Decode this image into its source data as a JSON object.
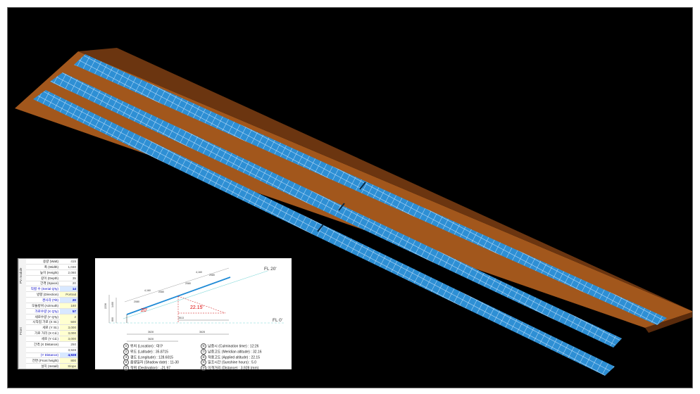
{
  "colors": {
    "panel": "#2e8fd4",
    "panel_dark": "#1f6fae",
    "soil_light": "#a2571c",
    "soil_dark": "#6b3510",
    "accent_blue": "#0000c8"
  },
  "param_table": {
    "groups": [
      {
        "name": "PV module"
      },
      {
        "name": "Front"
      }
    ],
    "rows": [
      {
        "label": "용량 (Watt)",
        "value": "415"
      },
      {
        "label": "폭 (Width)",
        "value": "1,030"
      },
      {
        "label": "높이 (Height)",
        "value": "2,080"
      },
      {
        "label": "깊이 (Depth)",
        "value": "35"
      },
      {
        "label": "간격 (Space)",
        "value": "20"
      },
      {
        "label": "직렬 수 (Serial Q'ty)",
        "value": "14"
      },
      {
        "label": "방향 (Direction)",
        "value": "Portrait"
      },
      {
        "label": "경사각 (Tilt)",
        "value": "20"
      },
      {
        "label": "모듈방위 (Azimuth)",
        "value": "180"
      },
      {
        "label": "가로수량 (X Q'ty)",
        "value": "57"
      },
      {
        "label": "세로수량 (Y Q'ty)",
        "value": "2"
      },
      {
        "label": "시작점 가로 (X St.)",
        "value": "500"
      },
      {
        "label": "세로 (Y St.)",
        "value": "3,000"
      },
      {
        "label": "가로 거리 (X Cd.)",
        "value": "3,000"
      },
      {
        "label": "세로 (Y Cd.)",
        "value": "3,000"
      },
      {
        "label": "간격 (X Distance)",
        "value": "250"
      },
      {
        "label": "",
        "value": "3,928"
      },
      {
        "label": "(Y Distance)",
        "value": "4,928"
      },
      {
        "label": "전면 (Front height)",
        "value": "800"
      },
      {
        "label": "설치 (Install)",
        "value": "Slope"
      }
    ]
  },
  "drawing": {
    "fl_top": "FL 20'",
    "fl_bottom": "FL 0'",
    "tilt_label": "20'",
    "applied_angle_label": "22.15'",
    "dims": [
      "4,160",
      "4,160",
      "2080",
      "2080",
      "2080",
      "2080",
      "2236",
      "1400",
      "800",
      "3628",
      "3628",
      "3628",
      "3513"
    ]
  },
  "info_left": [
    {
      "n": "①",
      "text": "위치 (Location) : 대구"
    },
    {
      "n": "②",
      "text": "위도 (Latitude) : 35.8715"
    },
    {
      "n": "③",
      "text": "경도 (Longitude) : 128.6015"
    },
    {
      "n": "④",
      "text": "음영일자 (Shadow date) : 11-30"
    },
    {
      "n": "⑤",
      "text": "적위 (Declination) : -21.97"
    }
  ],
  "info_right": [
    {
      "n": "⑥",
      "text": "남중시 (Culmination time) : 12:26"
    },
    {
      "n": "⑦",
      "text": "남중고도 (Meridian altitude) : 32.16"
    },
    {
      "n": "⑧",
      "text": "적용고도 (Applied altitude) : 22.15"
    },
    {
      "n": "⑨",
      "text": "일조시간 (Sunshine hours) : 5.0"
    },
    {
      "n": "⑩",
      "text": "이격거리 (Distance) : 3,928 (mm)"
    }
  ]
}
